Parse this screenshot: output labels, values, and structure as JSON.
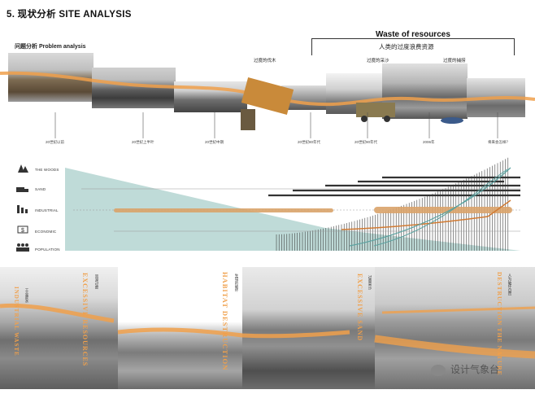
{
  "header": {
    "title": "5. 现状分析  SITE ANALYSIS"
  },
  "problem": {
    "label": "问题分析 Problem analysis"
  },
  "waste": {
    "title": "Waste of resources",
    "subtitle": "人类的过度浪费资源"
  },
  "annotations": [
    "过度的伐木",
    "过度的采沙",
    "过度的捕捞"
  ],
  "timeline": [
    "20世纪以前",
    "20世纪上半叶",
    "20世纪中期",
    "20世纪80年代",
    "20世纪90年代",
    "2006年",
    "将来会怎样？"
  ],
  "legend": [
    "THE WOODS",
    "SAND",
    "INDUSTRIAL",
    "ECONOMIC",
    "POPULATION"
  ],
  "bottom": [
    {
      "en": "INDUSTRIAL WASTE",
      "cn": "工业废水"
    },
    {
      "en": "EXCESSIVE RESOURCES",
      "cn": "资源过度"
    },
    {
      "en": "HABITAT DESTRUCTION",
      "cn": "生境的破坏"
    },
    {
      "en": "EXCESSIVE SAND",
      "cn": "过量采沙"
    },
    {
      "en": "DESTRUCTION THE NATURE",
      "cn": "人为破坏自然"
    }
  ],
  "watermark": "设计气象台",
  "colors": {
    "orange": "#f0a04b",
    "teal": "#a9cfcb",
    "ink": "#222222"
  }
}
